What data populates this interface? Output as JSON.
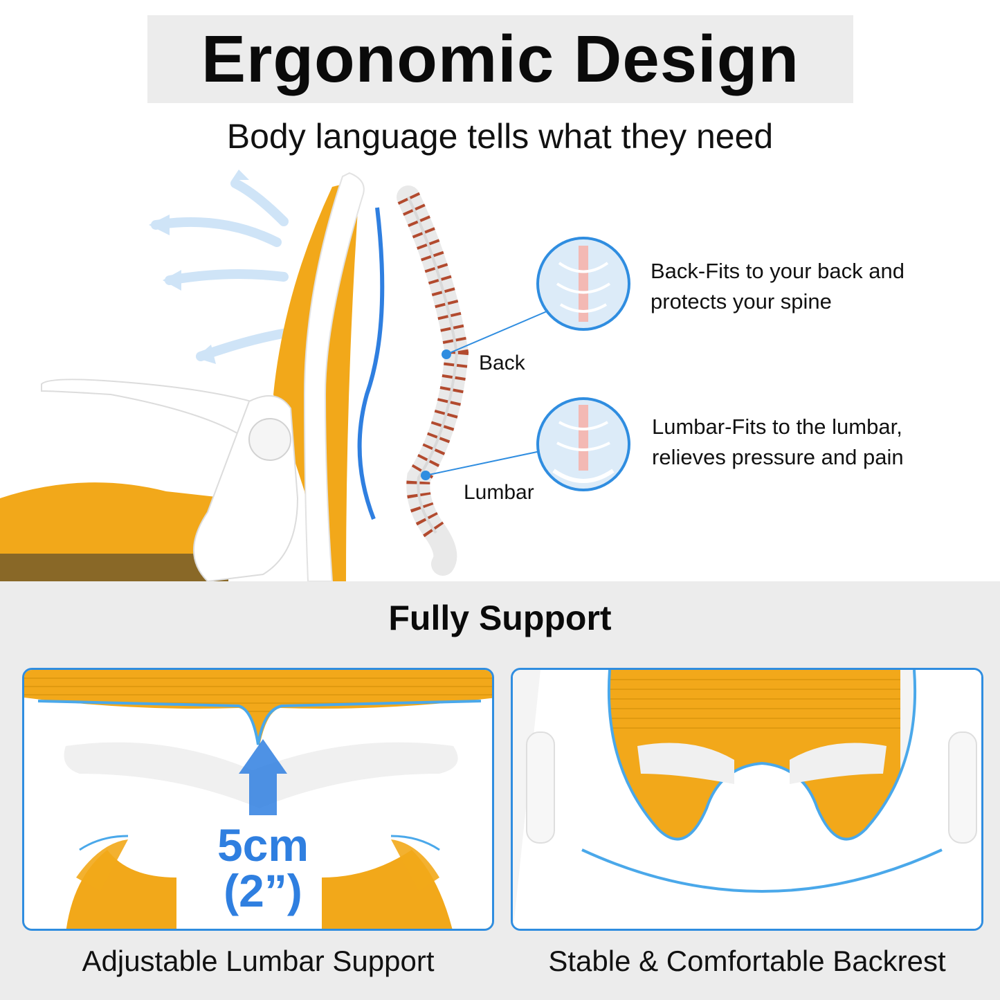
{
  "header": {
    "title": "Ergonomic Design",
    "subtitle": "Body language tells what they need"
  },
  "spine": {
    "back_label": "Back",
    "lumbar_label": "Lumbar"
  },
  "callouts": [
    {
      "line1": "Back-Fits to your back and",
      "line2": "protects your spine"
    },
    {
      "line1": "Lumbar-Fits to the lumbar,",
      "line2": "relieves pressure and pain"
    }
  ],
  "support": {
    "title": "Fully Support",
    "measure_line1": "5cm",
    "measure_line2": "(2”)",
    "left_caption": "Adjustable Lumbar Support",
    "right_caption": "Stable & Comfortable Backrest"
  },
  "colors": {
    "mesh": "#f2a81a",
    "frame": "#ffffff",
    "accent_blue": "#2f8de0",
    "band_gray": "#ececec"
  }
}
